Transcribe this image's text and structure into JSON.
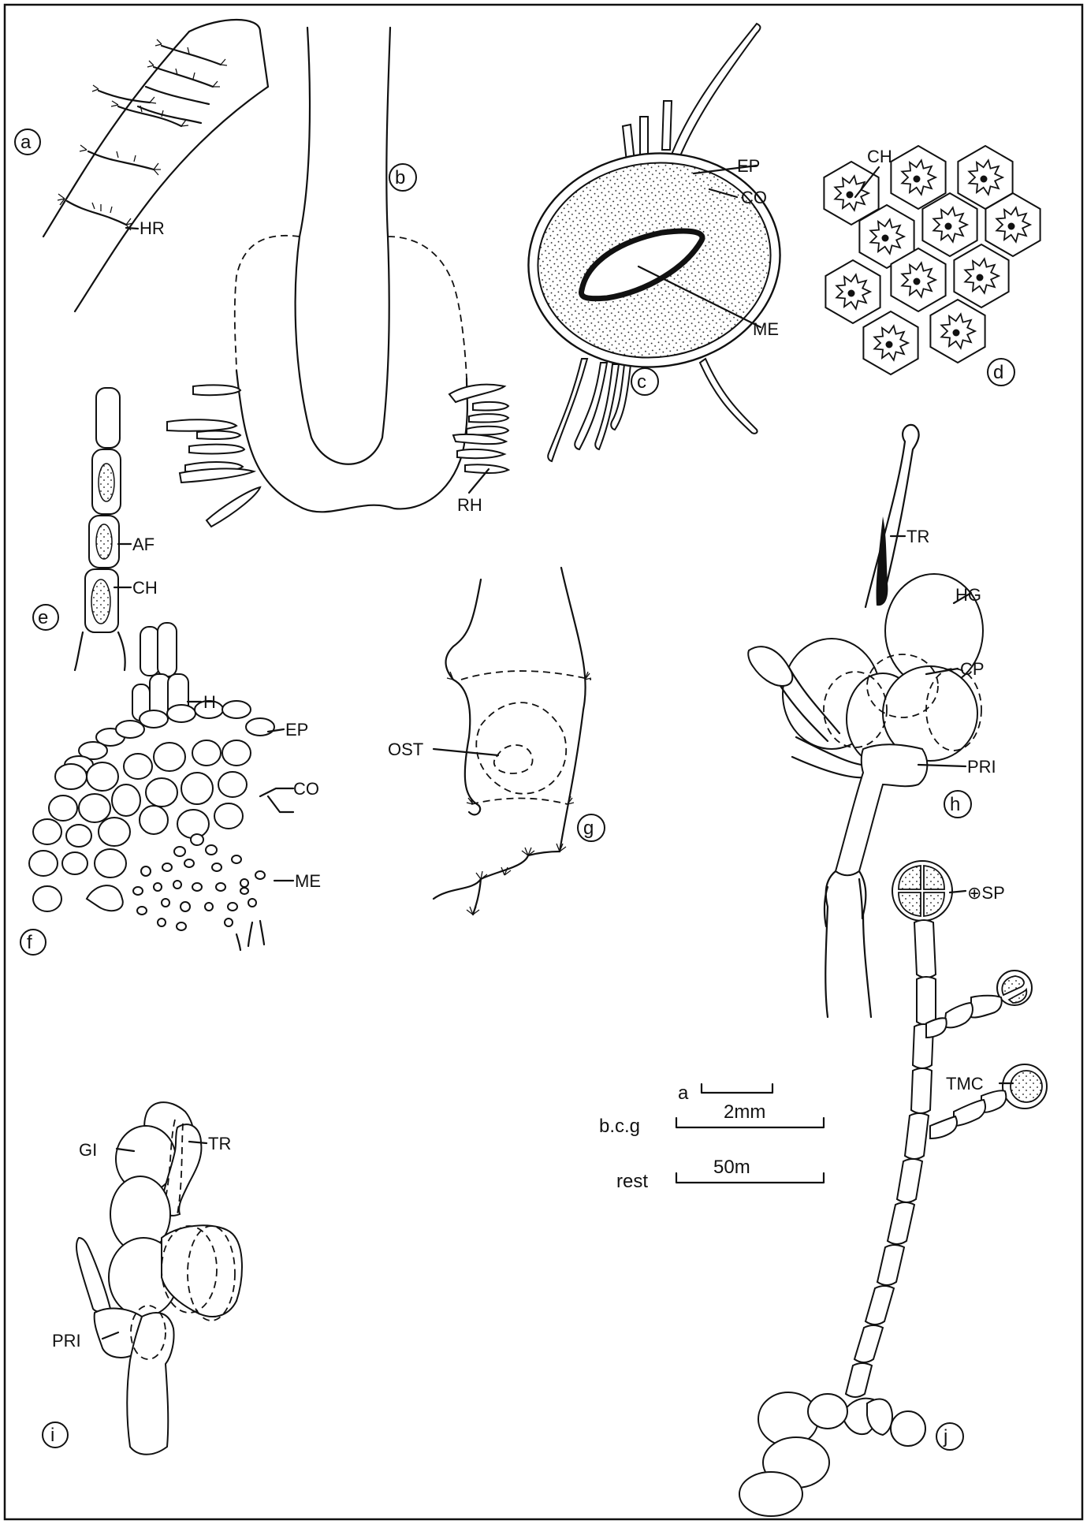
{
  "panels": {
    "a": "a",
    "b": "b",
    "c": "c",
    "d": "d",
    "e": "e",
    "f": "f",
    "g": "g",
    "h": "h",
    "i": "i",
    "j": "j"
  },
  "labels": {
    "HR": "HR",
    "RH": "RH",
    "EP": "EP",
    "CO": "CO",
    "ME": "ME",
    "CH": "CH",
    "AF": "AF",
    "H": "H",
    "OST": "OST",
    "TR": "TR",
    "HG": "HG",
    "CP": "CP",
    "PRI": "PRI",
    "SP": "⊕SP",
    "TMC": "TMC",
    "GI": "GI"
  },
  "scale": {
    "a_key": "a",
    "a_value": "",
    "bcg_key": "b.c.g",
    "bcg_value": "2mm",
    "rest_key": "rest",
    "rest_value": "50m"
  },
  "colors": {
    "ink": "#111111",
    "paper": "#ffffff"
  }
}
